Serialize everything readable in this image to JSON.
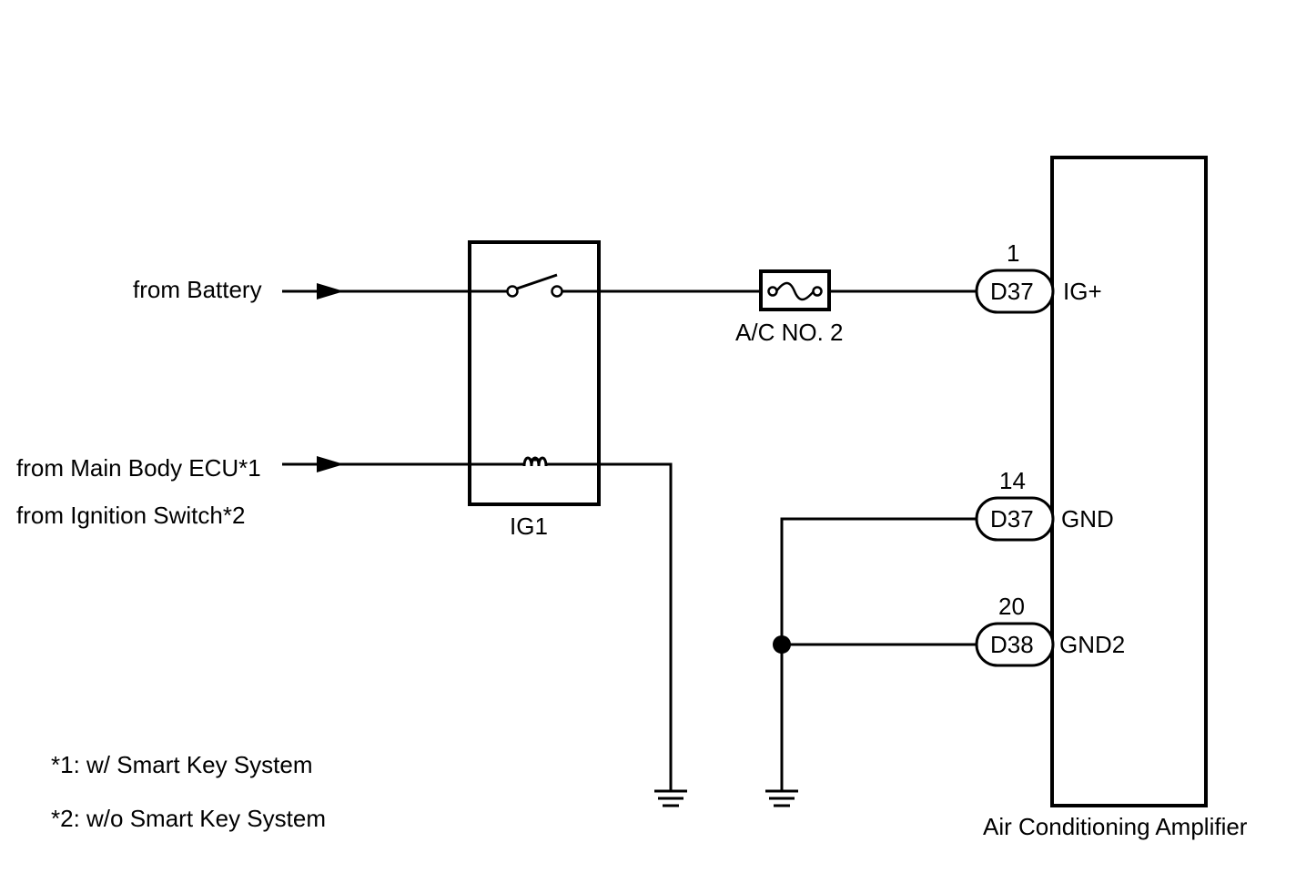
{
  "inputs": {
    "battery": "from Battery",
    "main_body_ecu": "from Main Body ECU*1",
    "ignition_switch": "from Ignition Switch*2"
  },
  "relay": {
    "label": "IG1"
  },
  "fuse": {
    "label": "A/C NO. 2"
  },
  "amplifier": {
    "label": "Air Conditioning Amplifier",
    "pins": [
      {
        "pin": "1",
        "connector": "D37",
        "terminal": "IG+"
      },
      {
        "pin": "14",
        "connector": "D37",
        "terminal": "GND"
      },
      {
        "pin": "20",
        "connector": "D38",
        "terminal": "GND2"
      }
    ]
  },
  "notes": {
    "n1": "*1: w/ Smart Key System",
    "n2": "*2: w/o Smart Key System"
  }
}
